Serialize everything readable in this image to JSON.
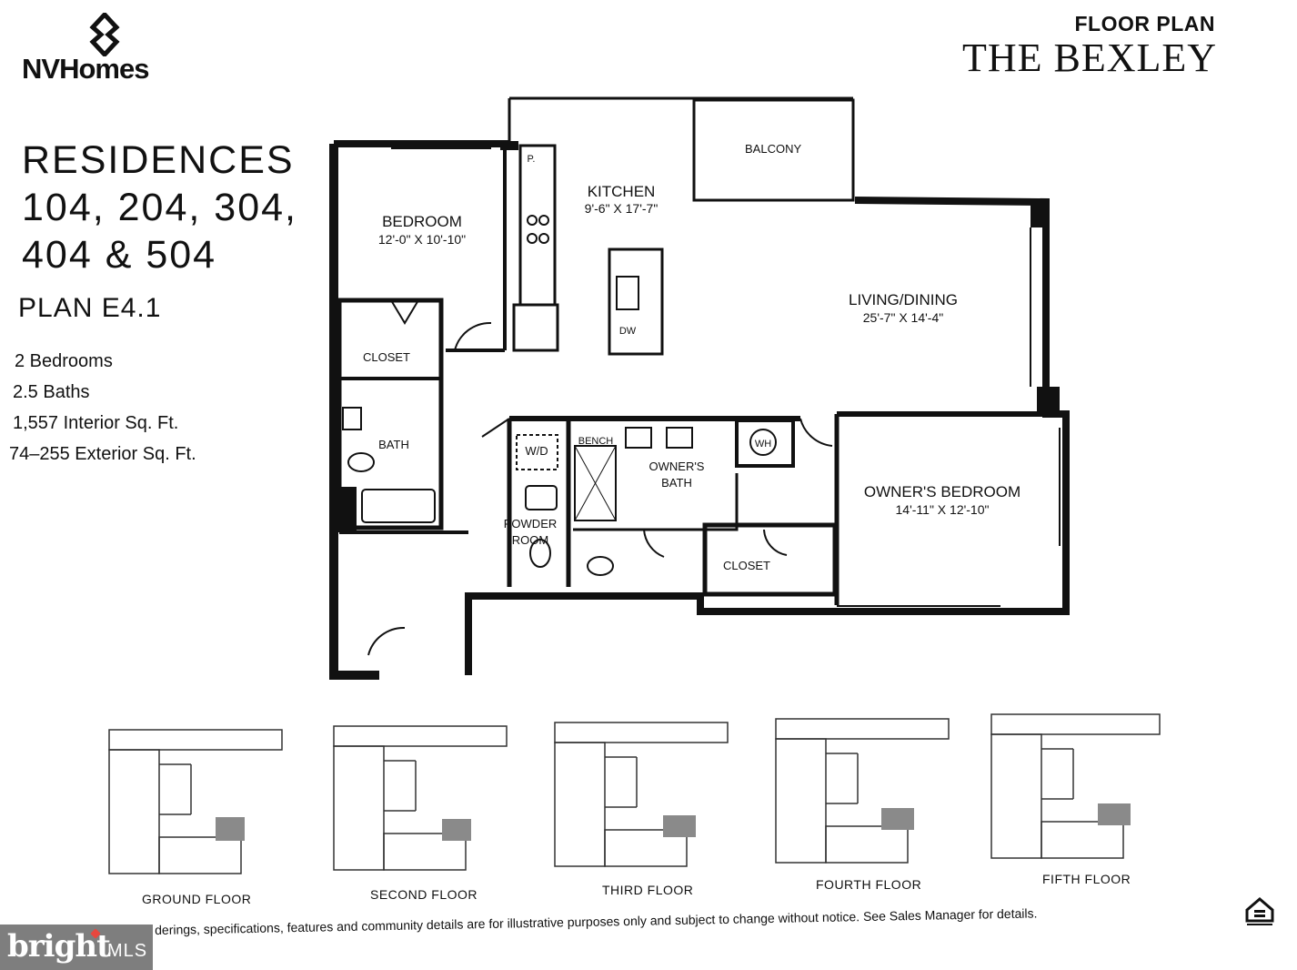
{
  "brand": {
    "name": "NVHomes",
    "logo_icon": "nv-chevron-logo"
  },
  "header": {
    "label": "FLOOR PLAN",
    "title": "THE BEXLEY"
  },
  "residences": {
    "lines": [
      "RESIDENCES",
      "104, 204, 304,",
      "404 & 504"
    ]
  },
  "plan_name": "PLAN E4.1",
  "stats": [
    "2 Bedrooms",
    "2.5 Baths",
    "1,557 Interior Sq. Ft.",
    "74–255 Exterior Sq. Ft."
  ],
  "rooms": {
    "balcony": "BALCONY",
    "kitchen": {
      "name": "KITCHEN",
      "dim": "9'-6\" X 17'-7\""
    },
    "bedroom": {
      "name": "BEDROOM",
      "dim": "12'-0\" X 10'-10\""
    },
    "living": {
      "name": "LIVING/DINING",
      "dim": "25'-7\" X 14'-4\""
    },
    "closet": "CLOSET",
    "bath": "BATH",
    "wd": "W/D",
    "bench": "BENCH",
    "owners_bath": [
      "OWNER'S",
      "BATH"
    ],
    "wh": "WH",
    "owners_bedroom": {
      "name": "OWNER'S BEDROOM",
      "dim": "14'-11\" X 12'-10\""
    },
    "powder": [
      "POWDER",
      "ROOM"
    ],
    "owners_closet": "CLOSET",
    "pantry": "P.",
    "dw": "DW"
  },
  "floors": [
    "GROUND FLOOR",
    "SECOND FLOOR",
    "THIRD FLOOR",
    "FOURTH FLOOR",
    "FIFTH FLOOR"
  ],
  "disclaimer": "derings, specifications, features and community details are for illustrative purposes only and subject to change without notice. See Sales Manager for details.",
  "watermark": {
    "word": "bright",
    "suffix": "MLS"
  },
  "colors": {
    "ink": "#111111",
    "highlight": "#8a8a8a",
    "watermark_bg": "#7e7e7e",
    "watermark_dot": "#e7473f"
  }
}
